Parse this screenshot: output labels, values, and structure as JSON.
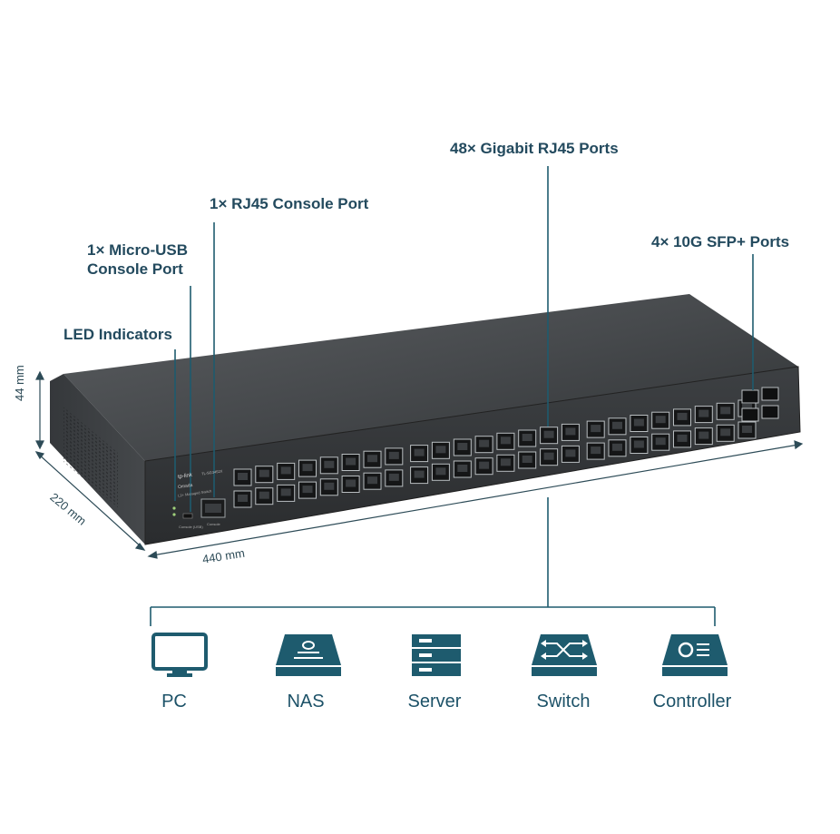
{
  "callouts": {
    "led": "LED Indicators",
    "micro_usb": "1× Micro-USB\nConsole Port",
    "rj45_console": "1× RJ45 Console Port",
    "gigabit": "48× Gigabit RJ45 Ports",
    "sfp": "4× 10G SFP+ Ports"
  },
  "dimensions": {
    "height": "44 mm",
    "depth": "220 mm",
    "width": "440 mm"
  },
  "panel_text": {
    "brand": "tp-link",
    "model": "TL-SG3452X",
    "series": "Omada",
    "tagline": "L2+ Managed Switch",
    "console_usb": "Console (USB)",
    "console": "Console"
  },
  "devices": [
    "PC",
    "NAS",
    "Server",
    "Switch",
    "Controller"
  ],
  "colors": {
    "accent": "#1e5b6e",
    "chassis": "#3a3d40",
    "text": "#234a5e"
  }
}
